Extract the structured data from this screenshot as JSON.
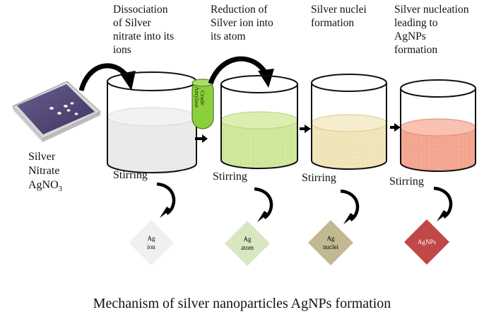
{
  "steps": [
    {
      "title": "Dissociation\nof Silver\nnitrate into its\nions",
      "stir": "Stirring",
      "product": [
        "Ag",
        "ion"
      ],
      "liquid": "#ececec",
      "diamond": "#f0f0f0"
    },
    {
      "title": "Reduction of\nSilver ion into\nits atom",
      "stir": "Stirring",
      "product": [
        "Ag",
        "atom"
      ],
      "liquid": "#cfe79a",
      "diamond": "#d9e6c2"
    },
    {
      "title": "Silver nuclei\nformation",
      "stir": "Stirring",
      "product": [
        "Ag",
        "nuclei"
      ],
      "liquid": "#f0e4b8",
      "diamond": "#c2b993"
    },
    {
      "title": "Silver nucleation\nleading to\nAgNPs\nformation",
      "stir": "Stirring",
      "product": [
        "AgNPs"
      ],
      "liquid": "#f4a58f",
      "diamond": "#c04848"
    }
  ],
  "source": {
    "line1": "Silver",
    "line2": "Nitrate",
    "formula": "AgNO",
    "subscript": "3"
  },
  "reducer": {
    "line1": "Crude",
    "line2": "Amylase",
    "color": "#8ccf3c"
  },
  "caption": "Mechanism of silver nanoparticles AgNPs formation"
}
